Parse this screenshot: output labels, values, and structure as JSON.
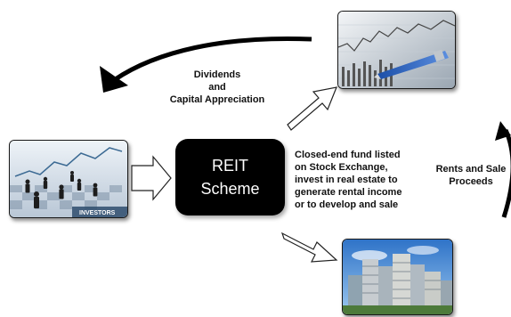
{
  "reit_scheme": {
    "line1": "REIT",
    "line2": "Scheme"
  },
  "dividends_label": {
    "line1": "Dividends",
    "line2": "and",
    "line3": "Capital Appreciation"
  },
  "fund_description": {
    "line1": "Closed-end fund listed",
    "line2": "on Stock Exchange,",
    "line3": "invest in real estate to",
    "line4": "generate rental income",
    "line5": "or to develop and sale"
  },
  "rents_label": {
    "line1": "Rents and Sale",
    "line2": "Proceeds"
  },
  "investors_caption": "INVESTORS"
}
